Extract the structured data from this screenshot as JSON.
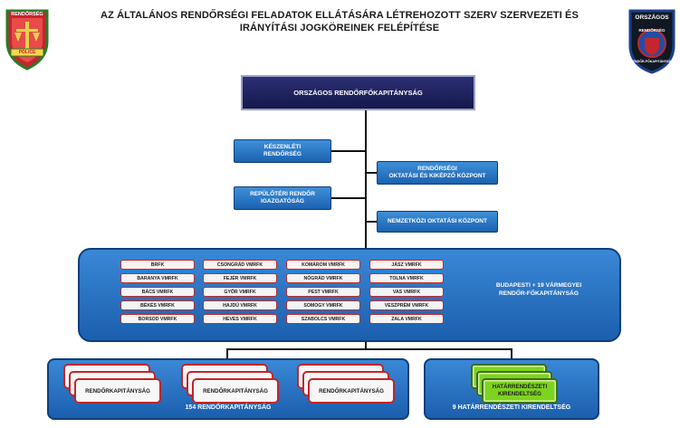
{
  "title": {
    "line1": "AZ ÁLTALÁNOS RENDŐRSÉGI FELADATOK ELLÁTÁSÁRA LÉTREHOZOTT SZERV SZERVEZETI ÉS",
    "line2": "IRÁNYÍTÁSI JOGKÖREINEK FELÉPÍTÉSE"
  },
  "logos": {
    "left": {
      "top_text": "RENDŐRSÉG",
      "bottom_text": "POLICE"
    },
    "right": {
      "top_text": "ORSZÁGOS",
      "middle_text": "RENDŐRSÉG",
      "bottom_text": "RENDŐR-FŐKAPITÁNYSÁG"
    }
  },
  "top_box": {
    "label": "ORSZÁGOS RENDŐRFŐKAPITÁNYSÁG"
  },
  "left_units": [
    {
      "line1": "KÉSZENLÉTI",
      "line2": "RENDŐRSÉG"
    },
    {
      "line1": "REPÜLŐTÉRI RENDŐR",
      "line2": "IGAZGATÓSÁG"
    }
  ],
  "right_units": [
    {
      "line1": "RENDŐRSÉGI",
      "line2": "OKTATÁSI ÉS KIKÉPZŐ KÖZPONT"
    },
    {
      "line1": "NEMZETKÖZI OKTATÁSI KÖZPONT",
      "line2": ""
    }
  ],
  "county_panel": {
    "label_line1": "BUDAPESTI + 19 VÁRMEGYEI",
    "label_line2": "RENDŐR-FŐKAPITÁNYSÁG",
    "columns": [
      [
        "BRFK",
        "BARANYA VMRFK",
        "BÁCS VMRFK",
        "BÉKÉS VMRFK",
        "BORSOD VMRFK"
      ],
      [
        "CSONGRÁD VMRFK",
        "FEJÉR VMRFK",
        "GYŐR VMRFK",
        "HAJDÚ VMRFK",
        "HEVES VMRFK"
      ],
      [
        "KOMÁROM VMRFK",
        "NÓGRÁD VMRFK",
        "PEST VMRFK",
        "SOMOGY VMRFK",
        "SZABOLCS VMRFK"
      ],
      [
        "JÁSZ VMRFK",
        "TOLNA VMRFK",
        "VAS VMRFK",
        "VESZPRÉM VMRFK",
        "ZALA VMRFK"
      ]
    ]
  },
  "station_panel": {
    "card_label": "RENDŐRKAPITÁNYSÁG",
    "label": "154 RENDŐRKAPITÁNYSÁG"
  },
  "border_panel": {
    "card_line1": "HATÁRRENDÉSZETI",
    "card_line2": "KIRENDELTSÉG",
    "label": "9 HATÁRRENDÉSZETI KIRENDELTSÉG"
  }
}
